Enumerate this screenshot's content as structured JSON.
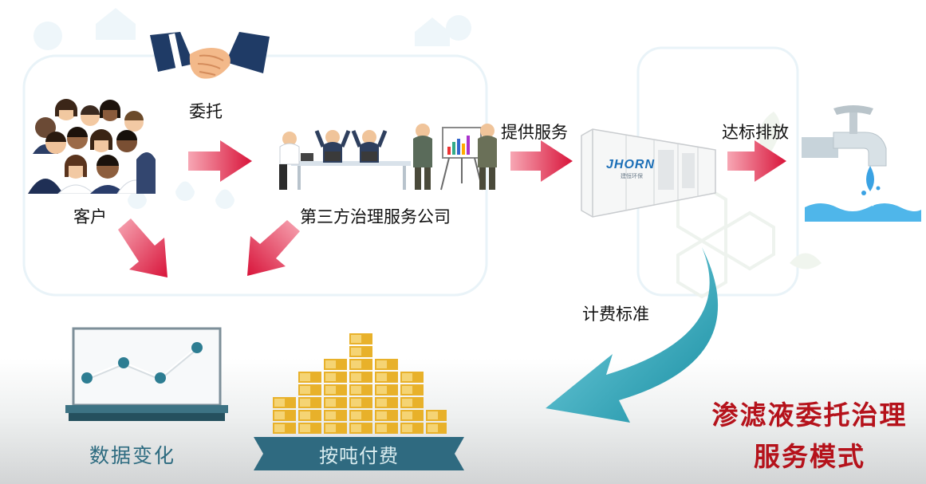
{
  "labels": {
    "delegate": "委托",
    "customer": "客户",
    "company": "第三方治理服务公司",
    "provide_service": "提供服务",
    "discharge": "达标排放",
    "billing_standard": "计费标准",
    "data_change": "数据变化",
    "pay_per_ton": "按吨付费"
  },
  "title": {
    "line1": "渗滤液委托治理",
    "line2": "服务模式"
  },
  "container_logo": {
    "brand": "JHORN",
    "sub": "建恒环保"
  },
  "colors": {
    "arrow_red": "#d8143a",
    "title_red": "#b5121b",
    "curve_teal": "#1fa9b8",
    "gold": "#e8b12a",
    "banner": "#2f6a80"
  },
  "line_chart": {
    "points": [
      1,
      2,
      1,
      3
    ]
  },
  "bar_stack": {
    "heights": [
      3,
      5,
      6,
      8,
      6,
      5,
      2
    ]
  }
}
